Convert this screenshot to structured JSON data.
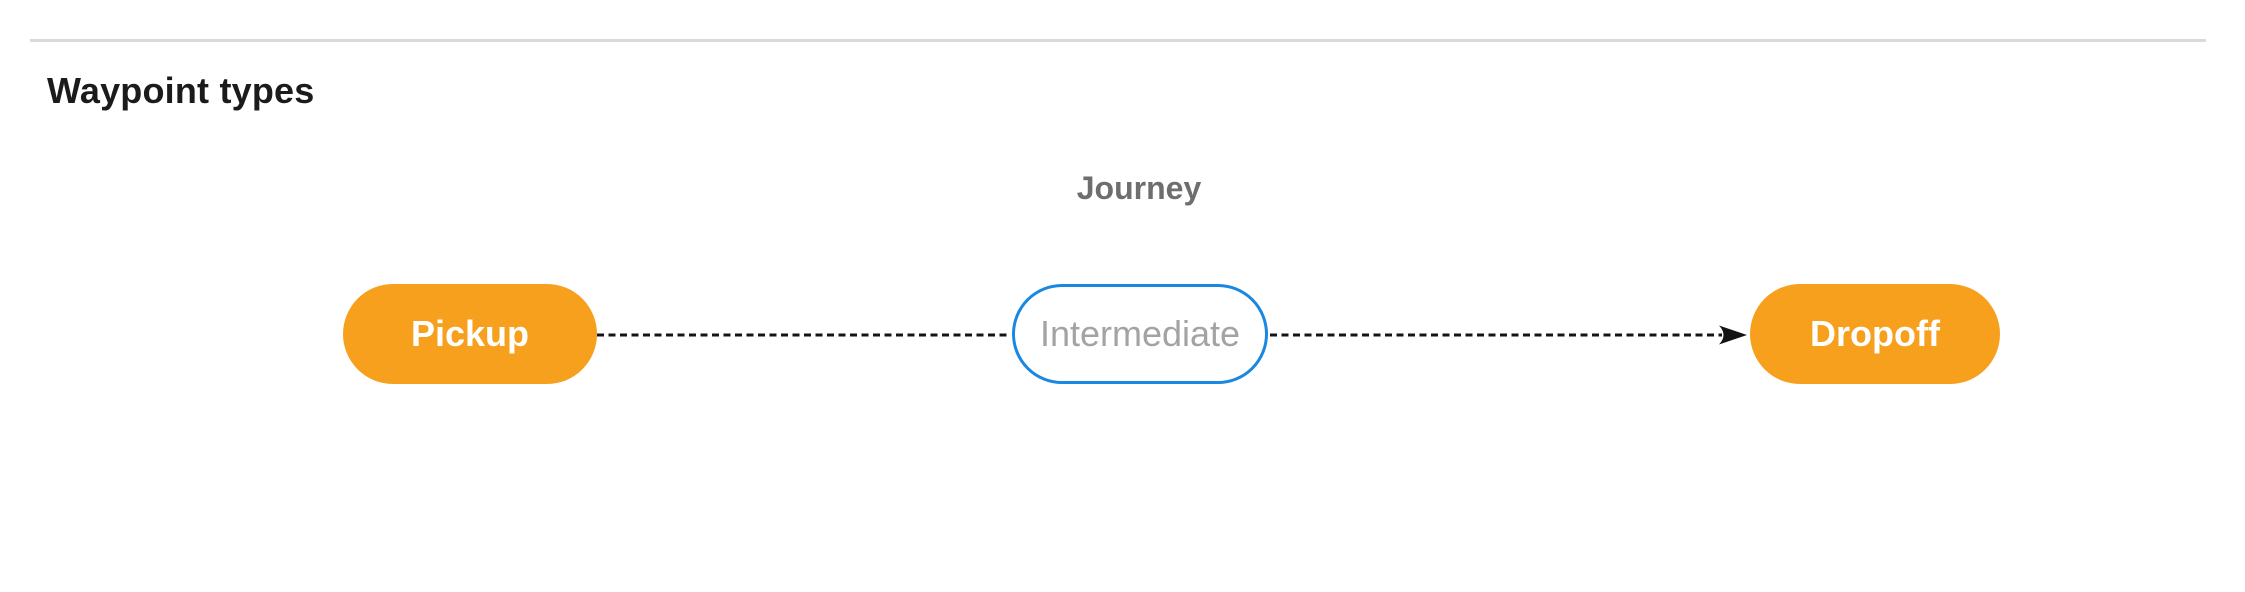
{
  "page": {
    "title": "Waypoint types"
  },
  "diagram": {
    "group_label": "Journey",
    "nodes": [
      {
        "id": "pickup",
        "label": "Pickup",
        "type": "terminal"
      },
      {
        "id": "intermediate",
        "label": "Intermediate",
        "type": "intermediate"
      },
      {
        "id": "dropoff",
        "label": "Dropoff",
        "type": "terminal"
      }
    ],
    "edges": [
      {
        "from": "pickup",
        "to": "intermediate",
        "style": "dashed",
        "arrowhead": false
      },
      {
        "from": "intermediate",
        "to": "dropoff",
        "style": "dashed",
        "arrowhead": true
      }
    ]
  },
  "colors": {
    "node-fill": "#F7A01D",
    "node-text": "#FFFFFF",
    "intermediate-border": "#1A87E0",
    "intermediate-text": "#A3A3A3",
    "edge": "#141414",
    "journey-text": "#6E6E6E",
    "title-text": "#1B1B1B",
    "divider": "#DADADA"
  }
}
